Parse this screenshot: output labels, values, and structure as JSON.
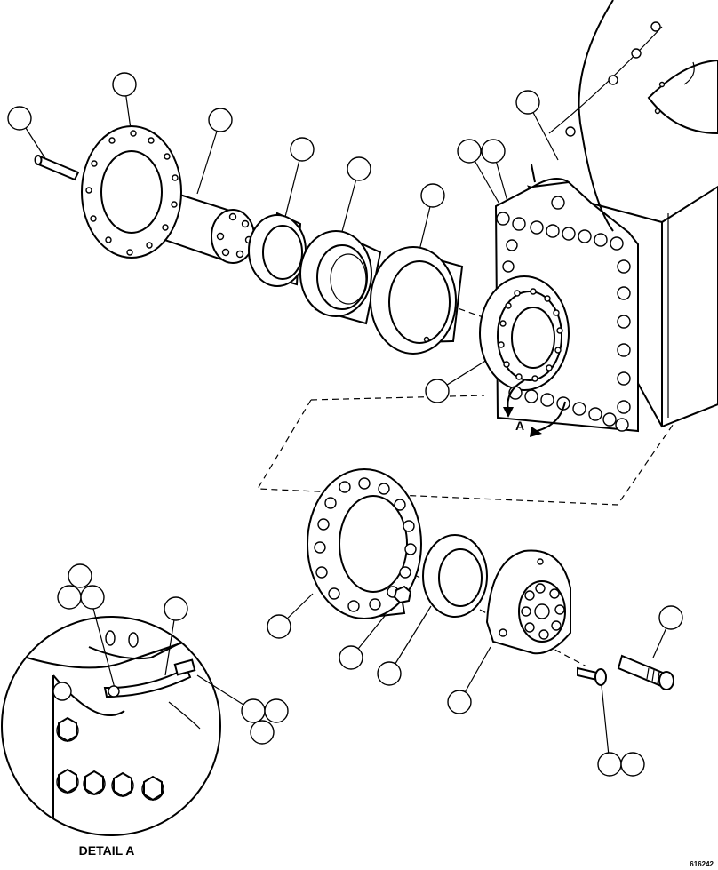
{
  "detail_label": "DETAIL A",
  "view_letter": "A",
  "drawing_number": "616242"
}
